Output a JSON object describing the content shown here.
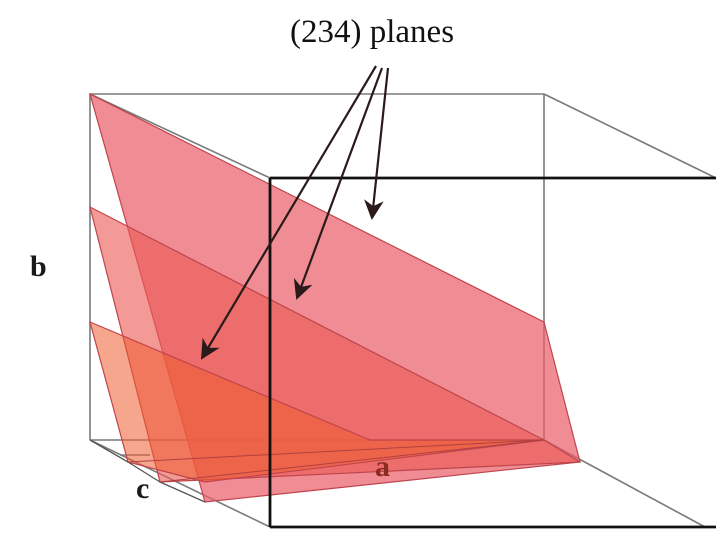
{
  "diagram": {
    "title": "(234) planes",
    "axis_labels": {
      "a": "a",
      "b": "b",
      "c": "c"
    },
    "colors": {
      "background": "#ffffff",
      "plane_fill": "#e9606b",
      "plane_overlap": "#ee5a2c",
      "plane_edge": "#c0444c",
      "cube_edge_back": "#7a7a7a",
      "cube_edge_front": "#111111",
      "arrow": "#2a1a1a"
    },
    "planes_count": 3
  }
}
